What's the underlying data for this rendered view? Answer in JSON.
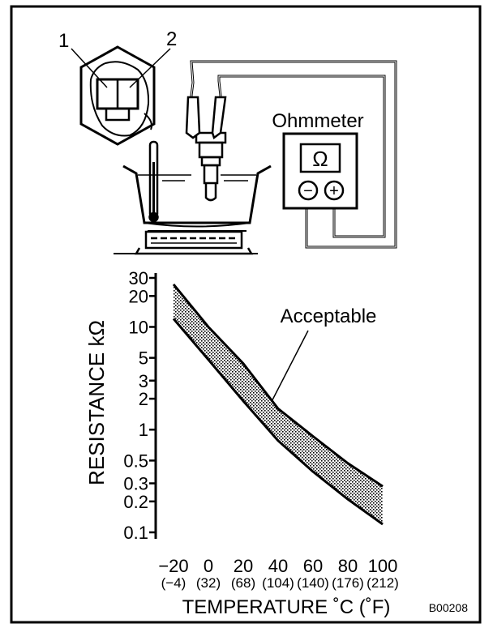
{
  "figure": {
    "code": "B00208",
    "connector_pins": [
      "1",
      "2"
    ],
    "meter_label": "Ohmmeter",
    "meter_symbol": "Ω",
    "terminal_minus": "−",
    "terminal_plus": "+"
  },
  "chart_data": {
    "type": "area",
    "ylabel": "RESISTANCE kΩ",
    "xlabel": "TEMPERATURE ˚C (˚F)",
    "yscale": "log",
    "xlim": [
      -20,
      100
    ],
    "ylim": [
      0.1,
      30
    ],
    "x_ticks": [
      "−20",
      "0",
      "20",
      "40",
      "60",
      "80",
      "100"
    ],
    "x_ticks_f": [
      "(−4)",
      "(32)",
      "(68)",
      "(104)",
      "(140)",
      "(176)",
      "(212)"
    ],
    "y_ticks": [
      "0.1",
      "0.2",
      "0.3",
      "0.5",
      "1",
      "2",
      "3",
      "5",
      "10",
      "20",
      "30"
    ],
    "y_tick_values": [
      0.1,
      0.2,
      0.3,
      0.5,
      1,
      2,
      3,
      5,
      10,
      20,
      30
    ],
    "annotation": "Acceptable",
    "band": {
      "x": [
        -20,
        0,
        20,
        40,
        60,
        80,
        100
      ],
      "upper": [
        26,
        10,
        4.4,
        1.6,
        0.86,
        0.47,
        0.28
      ],
      "lower": [
        12,
        4.8,
        1.9,
        0.78,
        0.39,
        0.21,
        0.12
      ]
    }
  }
}
